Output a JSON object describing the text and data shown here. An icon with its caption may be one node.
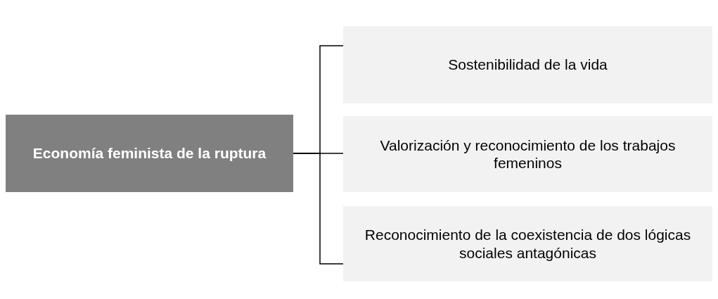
{
  "diagram": {
    "nodes": [
      {
        "text": [
          "Economía feminista de la ruptura"
        ]
      },
      {
        "text": [
          "Sostenibilidad de la vida"
        ]
      },
      {
        "text": [
          "Valorización y reconocimiento de los trabajos femeninos"
        ]
      },
      {
        "text": [
          "Reconocimiento de la coexistencia de dos lógicas sociales antagónicas"
        ]
      }
    ],
    "edges": [
      {
        "from": 0,
        "to": 1,
        "arrow": "none"
      },
      {
        "from": 0,
        "to": 2,
        "arrow": "none"
      },
      {
        "from": 0,
        "to": 3,
        "arrow": "none"
      }
    ]
  }
}
